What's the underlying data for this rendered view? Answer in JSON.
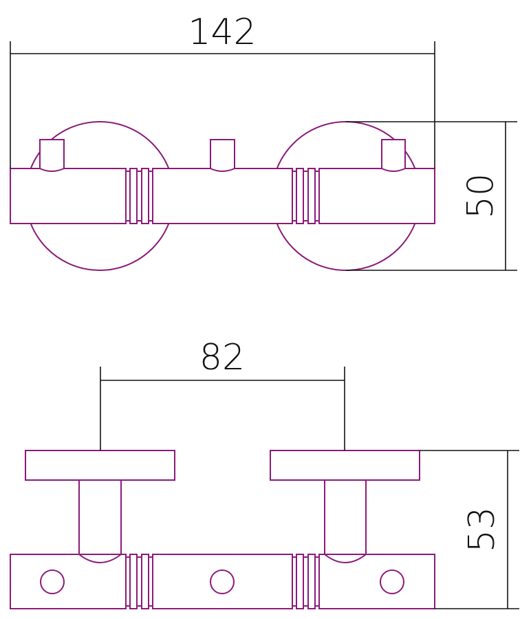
{
  "drawing": {
    "line_color": "#8b1a7a",
    "dimension_color": "#111111",
    "dimensions": {
      "top_width": "142",
      "top_height": "50",
      "hook_spacing": "82",
      "bottom_height": "53"
    }
  }
}
